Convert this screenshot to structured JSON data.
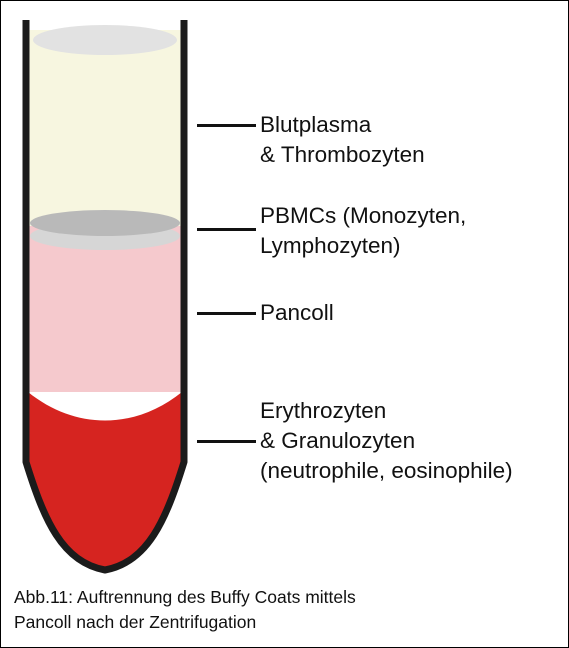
{
  "diagram": {
    "labels": [
      {
        "id": "plasma",
        "lines": [
          "Blutplasma",
          "& Thrombozyten"
        ]
      },
      {
        "id": "pbmc",
        "lines": [
          "PBMCs (Monozyten,",
          "Lymphozyten)"
        ]
      },
      {
        "id": "pancoll",
        "lines": [
          "Pancoll"
        ]
      },
      {
        "id": "erythro",
        "lines": [
          "Erythrozyten",
          "& Granulozyten",
          "(neutrophile, eosinophile)"
        ]
      }
    ],
    "caption": [
      "Abb.11: Auftrennung des Buffy Coats mittels",
      "Pancoll nach der Zentrifugation"
    ],
    "colors": {
      "plasma": "#f7f6e0",
      "plasma_top": "#e2e2e2",
      "buffy_coat": "#b9b9b9",
      "pancoll": "#f5c9cd",
      "erythrocytes": "#d62420",
      "tube_wall": "#1b1b1b"
    }
  }
}
